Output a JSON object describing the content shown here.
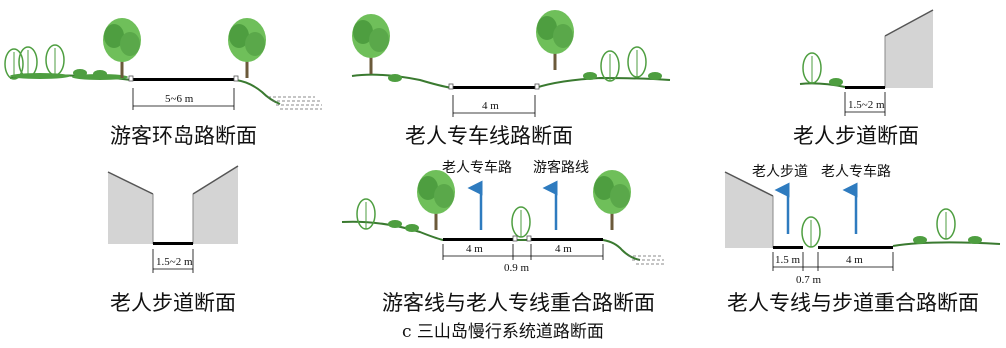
{
  "figure_caption": "c 三山岛慢行系统道路断面",
  "sections": [
    {
      "caption": "游客环岛路断面",
      "dims": [
        "5~6 m"
      ]
    },
    {
      "caption": "老人专车线路断面",
      "dims": [
        "4 m"
      ]
    },
    {
      "caption": "老人步道断面",
      "dims": [
        "1.5~2 m"
      ]
    },
    {
      "caption": "老人步道断面",
      "dims": [
        "1.5~2 m"
      ]
    },
    {
      "caption": "游客线与老人专线重合路断面",
      "dims": [
        "4 m",
        "4 m",
        "0.9 m"
      ],
      "arrows": [
        "老人专车路",
        "游客路线"
      ]
    },
    {
      "caption": "老人专线与步道重合路断面",
      "dims": [
        "1.5 m",
        "4 m",
        "0.7 m"
      ],
      "arrows": [
        "老人步道",
        "老人专车路"
      ]
    }
  ],
  "colors": {
    "tree_green": "#5aa84a",
    "arrow_blue": "#2e7bbf",
    "wall_gray": "#d4d4d4",
    "road_black": "#000000"
  }
}
